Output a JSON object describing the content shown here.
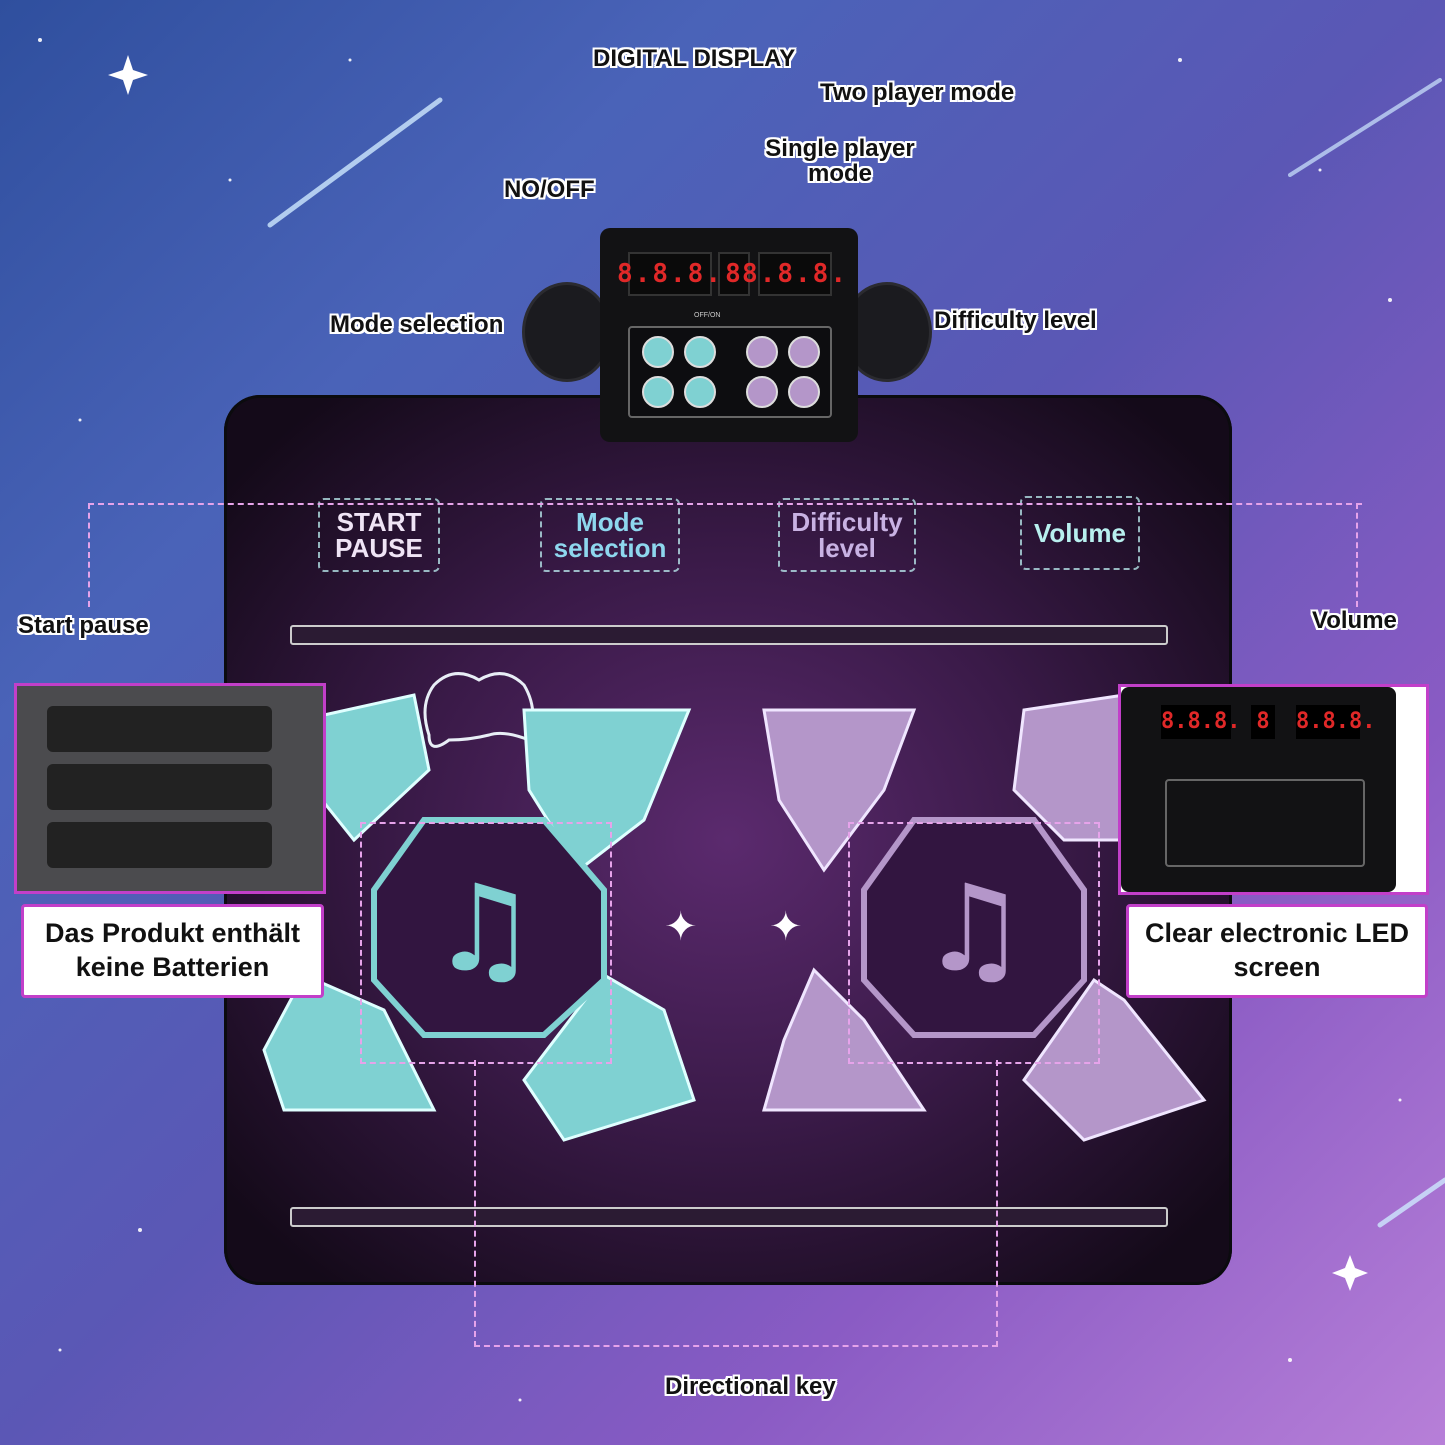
{
  "labels": {
    "digital_display": "DIGITAL DISPLAY",
    "two_player": "Two player mode",
    "single_player": "Single player mode",
    "on_off": "NO/OFF",
    "mode_selection": "Mode selection",
    "difficulty_level": "Difficulty level",
    "start_pause": "Start pause",
    "volume": "Volume",
    "directional_key": "Directional key"
  },
  "mat_buttons": {
    "start_pause": "START PAUSE",
    "mode_selection": "Mode selection",
    "difficulty_level": "Difficulty level",
    "volume": "Volume"
  },
  "display": {
    "left": "8.8.8.",
    "center": "8",
    "right": "8.8.8.",
    "switch_label": "OFF/ON"
  },
  "callouts": {
    "batteries": "Das Produkt enthält keine Batterien",
    "screen": "Clear electronic LED screen"
  },
  "colors": {
    "player1": "#7fd1d2",
    "player2": "#b496c9",
    "callout_border": "#c23fc9"
  },
  "icons": [
    "music-note-icon",
    "gamepad-icon",
    "cross-icon",
    "circle-icon",
    "triangle-icon",
    "square-icon",
    "sparkle-icon"
  ]
}
